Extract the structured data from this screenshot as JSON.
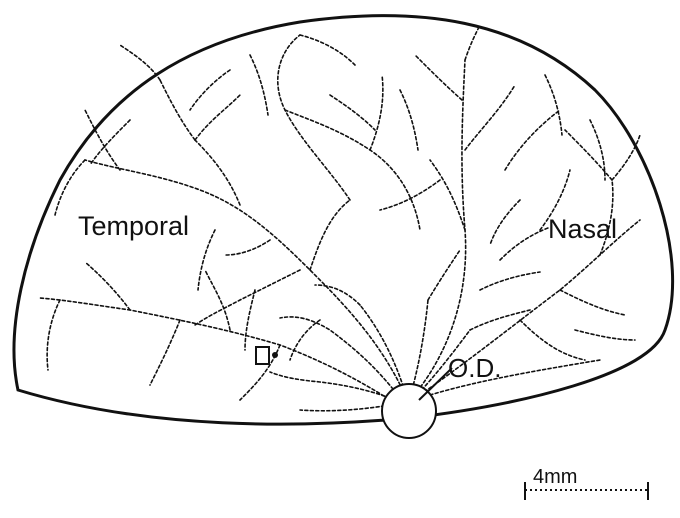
{
  "diagram": {
    "labels": {
      "temporal": "Temporal",
      "nasal": "Nasal",
      "optic_disc": "O.D."
    },
    "scale_bar": {
      "label": "4mm"
    },
    "colors": {
      "ink": "#111111",
      "background": "#ffffff"
    },
    "markers": {
      "square": "square-marker",
      "dot": "dot-marker"
    }
  }
}
